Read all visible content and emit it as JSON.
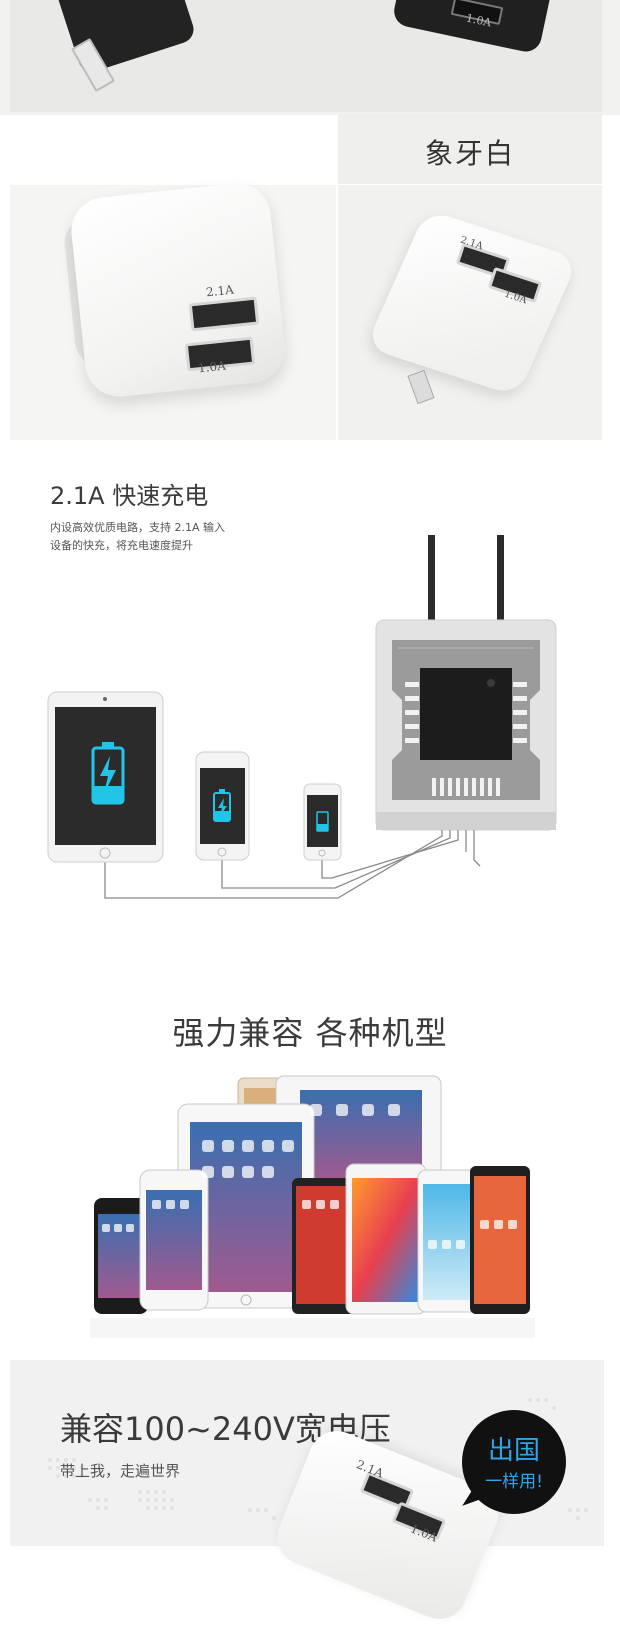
{
  "ivory": {
    "color_name": "象牙白",
    "port_labels": [
      "2.1A",
      "1.0A"
    ]
  },
  "fast_charge": {
    "title": "2.1A 快速充电",
    "desc_line1": "内设高效优质电路，支持 2.1A 输入",
    "desc_line2": "设备的快充，将充电速度提升"
  },
  "compat": {
    "title": "强力兼容 各种机型"
  },
  "voltage": {
    "title": "兼容100~240V宽电压",
    "subtitle": "带上我，走遍世界",
    "badge_line1": "出国",
    "badge_line2": "一样用!"
  },
  "top_plug": {
    "port_label": "1.0A"
  },
  "colors": {
    "accent_blue": "#2fa5e8",
    "battery_cyan": "#22c4e8"
  }
}
